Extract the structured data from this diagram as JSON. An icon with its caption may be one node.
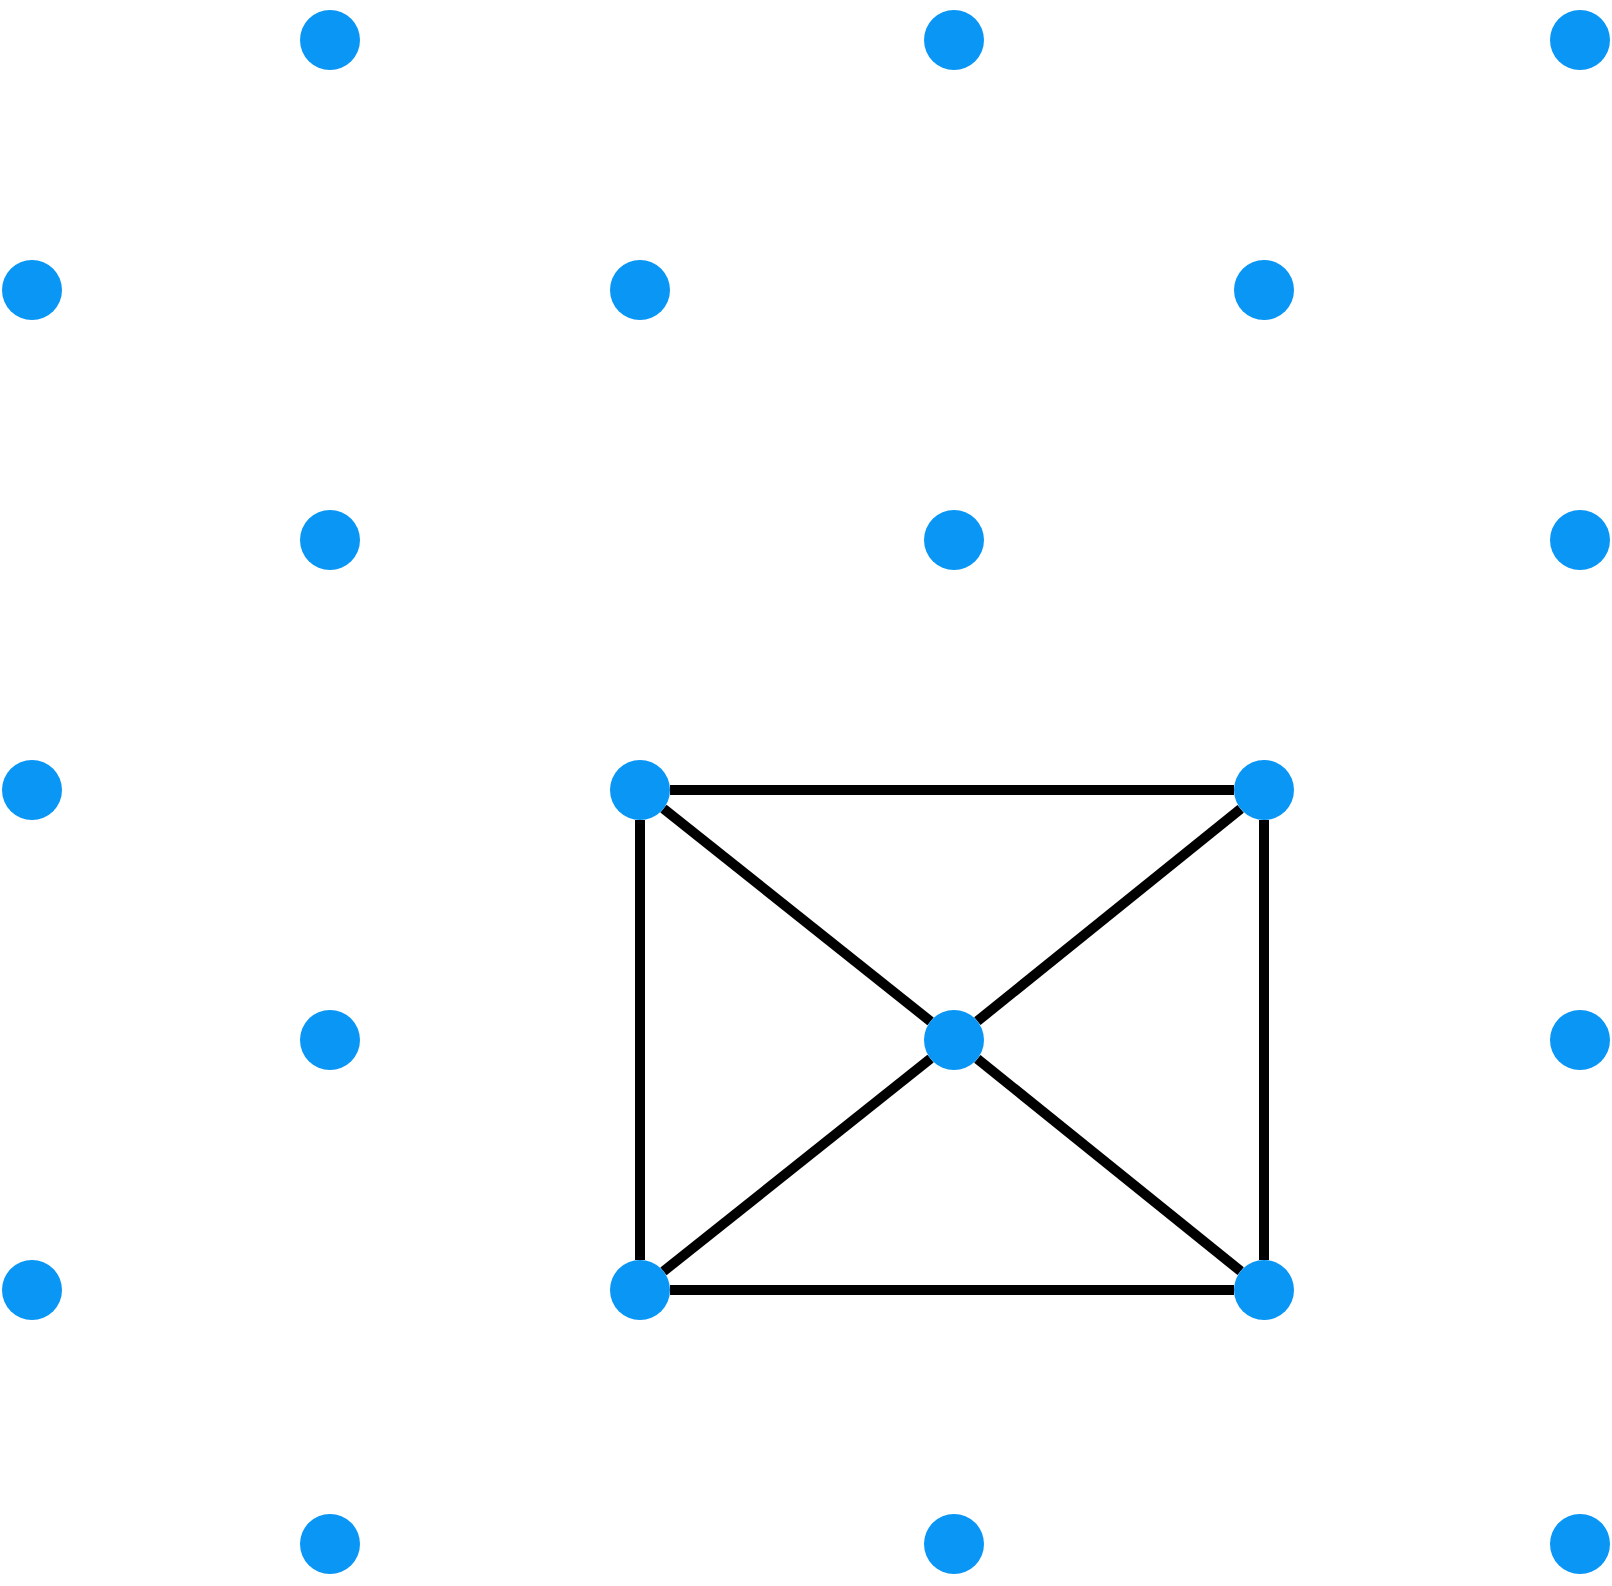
{
  "diagram": {
    "nodes": [
      {
        "text": [],
        "shape": "circle"
      },
      {
        "text": [],
        "shape": "circle"
      },
      {
        "text": [],
        "shape": "circle"
      },
      {
        "text": [],
        "shape": "circle"
      },
      {
        "text": [],
        "shape": "circle"
      },
      {
        "text": [],
        "shape": "circle"
      },
      {
        "text": [],
        "shape": "circle"
      },
      {
        "text": [],
        "shape": "circle"
      },
      {
        "text": [],
        "shape": "circle"
      },
      {
        "text": [],
        "shape": "circle"
      },
      {
        "text": [],
        "shape": "circle"
      },
      {
        "text": [],
        "shape": "circle"
      },
      {
        "text": [],
        "shape": "circle"
      },
      {
        "text": [],
        "shape": "circle"
      },
      {
        "text": [],
        "shape": "circle"
      },
      {
        "text": [],
        "shape": "circle"
      },
      {
        "text": [],
        "shape": "circle"
      },
      {
        "text": [],
        "shape": "circle"
      },
      {
        "text": [],
        "shape": "circle"
      },
      {
        "text": [],
        "shape": "circle"
      },
      {
        "text": [],
        "shape": "circle"
      }
    ],
    "edges": [
      {
        "from": 10,
        "to": 11,
        "arrow": "none"
      },
      {
        "from": 10,
        "to": 16,
        "arrow": "none"
      },
      {
        "from": 11,
        "to": 17,
        "arrow": "none"
      },
      {
        "from": 16,
        "to": 17,
        "arrow": "none"
      },
      {
        "from": 10,
        "to": 13,
        "arrow": "none"
      },
      {
        "from": 13,
        "to": 17,
        "arrow": "none"
      },
      {
        "from": 11,
        "to": 13,
        "arrow": "none"
      },
      {
        "from": 13,
        "to": 16,
        "arrow": "none"
      }
    ]
  }
}
